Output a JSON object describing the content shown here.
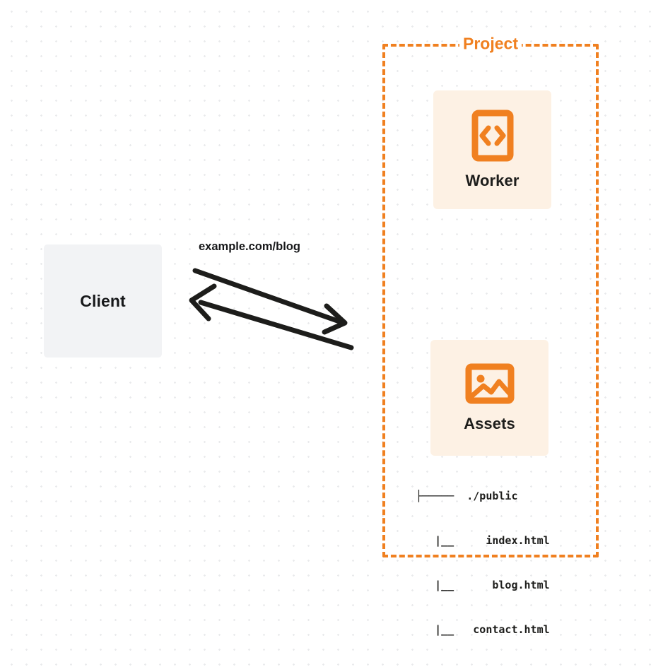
{
  "diagram": {
    "type": "architecture-flow",
    "background": {
      "color": "#ffffff",
      "dot_grid_color": "#e9eaec"
    },
    "client": {
      "label": "Client",
      "fill": "#f2f3f5",
      "text_color": "#17181a"
    },
    "connection": {
      "label": "example.com/blog",
      "request_direction": "client-to-project",
      "response_direction": "project-to-client",
      "stroke": "#1d1d1b"
    },
    "project": {
      "title": "Project",
      "border_color": "#f08020",
      "border_style": "dashed",
      "cards": [
        {
          "id": "worker",
          "label": "Worker",
          "icon": "code-document-icon",
          "fill": "#fdf1e4",
          "icon_color": "#f08020"
        },
        {
          "id": "assets",
          "label": "Assets",
          "icon": "image-icon",
          "fill": "#fdf1e4",
          "icon_color": "#f08020"
        }
      ],
      "file_tree": [
        "├─────  ./public",
        "   |__     index.html",
        "   |__      blog.html",
        "   |__   contact.html"
      ]
    }
  }
}
